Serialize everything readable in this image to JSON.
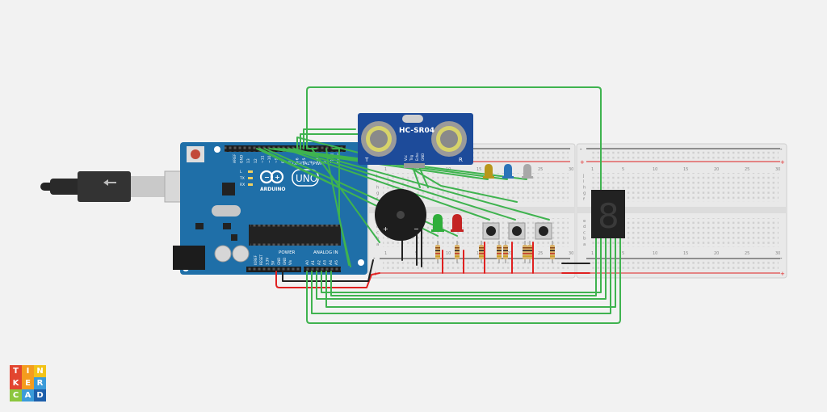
{
  "app": {
    "logo_letters": [
      "T",
      "I",
      "N",
      "K",
      "E",
      "R",
      "C",
      "A",
      "D"
    ],
    "logo_colors": [
      "#e2452f",
      "#f49c1e",
      "#f2c318",
      "#e2452f",
      "#f49c1e",
      "#3b9bd9",
      "#8cc63e",
      "#3b9bd9",
      "#1d5fab"
    ]
  },
  "arduino": {
    "brand": "ARDUINO",
    "model": "UNO",
    "digital_label": "DIGITAL (PWM~)",
    "power_label": "POWER",
    "analog_label": "ANALOG IN",
    "led_labels": [
      "L",
      "TX",
      "RX"
    ],
    "top_header_labels": [
      "AREF",
      "GND",
      "13",
      "12",
      "~11",
      "~10",
      "~9",
      "8",
      "7",
      "~6",
      "~5",
      "4",
      "~3",
      "2",
      "TX→1",
      "RX←0"
    ],
    "power_pins": [
      "IOREF",
      "RESET",
      "3.3V",
      "5V",
      "GND",
      "GND",
      "Vin"
    ],
    "analog_pins": [
      "A0",
      "A1",
      "A2",
      "A3",
      "A4",
      "A5"
    ],
    "board_color": "#1f6fa8"
  },
  "sensor": {
    "name": "HC-SR04",
    "pin_labels": [
      "Vcc",
      "Trig",
      "Echo",
      "GND"
    ],
    "side_labels": [
      "T",
      "R"
    ]
  },
  "breadboard": {
    "row_letters_top": [
      "j",
      "i",
      "h",
      "g",
      "f"
    ],
    "row_letters_bottom": [
      "e",
      "d",
      "c",
      "b",
      "a"
    ],
    "rail_plus": "+",
    "rail_minus": "-",
    "column_numbers": [
      "1",
      "5",
      "10",
      "15",
      "20",
      "25",
      "30"
    ]
  },
  "buzzer": {
    "plus": "+",
    "minus": "−"
  },
  "display": {
    "digit": "8"
  },
  "colors": {
    "wire_green": "#3fb34f",
    "wire_red": "#e02020",
    "wire_black": "#222222",
    "led_green": "#2fae3a",
    "led_red": "#c42424",
    "led_yellow": "#b8961a",
    "led_blue": "#2b73b8",
    "led_white": "#a8a8a8"
  }
}
